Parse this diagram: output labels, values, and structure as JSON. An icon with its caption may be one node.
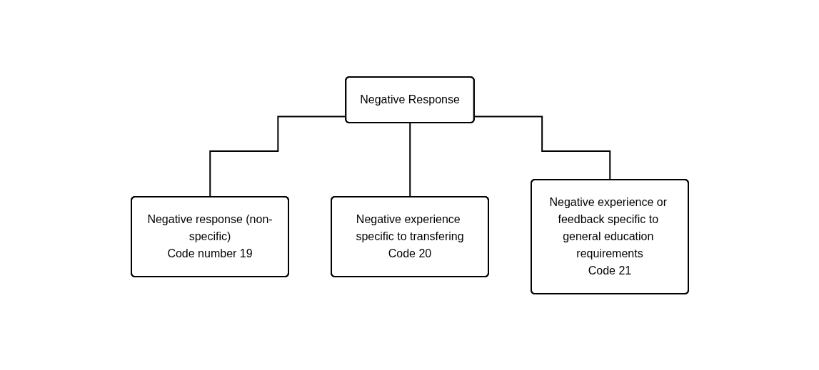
{
  "diagram": {
    "nodes": [
      {
        "text": [
          "Negative Response"
        ]
      },
      {
        "text": [
          "Negative response (non-specific)",
          "Code number 19"
        ]
      },
      {
        "text": [
          "Negative experience specific to transfering",
          "Code 20"
        ]
      },
      {
        "text": [
          "Negative experience or feedback specific to general education requirements",
          "Code 21"
        ]
      }
    ],
    "edges": [
      {
        "from": 0,
        "to": 1,
        "arrow": "none"
      },
      {
        "from": 0,
        "to": 2,
        "arrow": "none"
      },
      {
        "from": 0,
        "to": 3,
        "arrow": "none"
      }
    ]
  }
}
